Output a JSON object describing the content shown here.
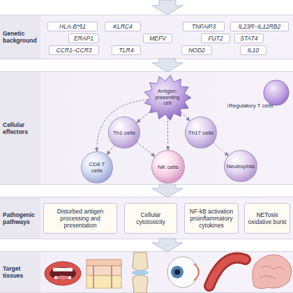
{
  "diagram": {
    "nodes": [
      {
        "text": [
          "Genetic background"
        ]
      },
      {
        "text": [
          "HLA-B*51"
        ],
        "in": 0
      },
      {
        "text": [
          "KLRC4"
        ],
        "in": 0
      },
      {
        "text": [
          "TNFAIP3"
        ],
        "in": 0
      },
      {
        "text": [
          "IL23R–IL12RB2"
        ],
        "in": 0
      },
      {
        "text": [
          "ERAP1"
        ],
        "in": 0
      },
      {
        "text": [
          "MEFV"
        ],
        "in": 0
      },
      {
        "text": [
          "FUT2"
        ],
        "in": 0
      },
      {
        "text": [
          "STAT4"
        ],
        "in": 0
      },
      {
        "text": [
          "CCR1–CCR3"
        ],
        "in": 0
      },
      {
        "text": [
          "TLR4"
        ],
        "in": 0
      },
      {
        "text": [
          "NOD2"
        ],
        "in": 0
      },
      {
        "text": [
          "IL10"
        ],
        "in": 0
      },
      {
        "text": [
          "Cellular effectors"
        ]
      },
      {
        "text": [
          "Antigen-presenting cell"
        ],
        "in": 13
      },
      {
        "text": [
          "↓Regulatory T cells"
        ],
        "in": 13
      },
      {
        "text": [
          "Th1 cells"
        ],
        "in": 13
      },
      {
        "text": [
          "Th17 cells"
        ],
        "in": 13
      },
      {
        "text": [
          "CD8 T cells"
        ],
        "in": 13
      },
      {
        "text": [
          "NK cells"
        ],
        "in": 13
      },
      {
        "text": [
          "Neutrophils"
        ],
        "in": 13
      },
      {
        "text": [
          "Pathogenic pathways"
        ]
      },
      {
        "text": [
          "Disturbed antigen processing and presentation"
        ],
        "in": 21
      },
      {
        "text": [
          "Cellular cytotoxicity"
        ],
        "in": 21
      },
      {
        "text": [
          "NF-kB activation proinflammatory cytokines"
        ],
        "in": 21
      },
      {
        "text": [
          "NETosis oxidative burst"
        ],
        "in": 21
      },
      {
        "text": [
          "Target tissues"
        ]
      }
    ],
    "edges": [
      {
        "from": 14,
        "to": 16,
        "arrow": "to"
      },
      {
        "from": 14,
        "to": 17,
        "arrow": "to"
      },
      {
        "from": 14,
        "to": 18,
        "arrow": "to"
      },
      {
        "from": 14,
        "to": 19,
        "arrow": "to"
      },
      {
        "from": 16,
        "to": 18,
        "arrow": "to"
      },
      {
        "from": 16,
        "to": 19,
        "arrow": "to"
      },
      {
        "from": 17,
        "to": 20,
        "arrow": "to"
      }
    ]
  }
}
